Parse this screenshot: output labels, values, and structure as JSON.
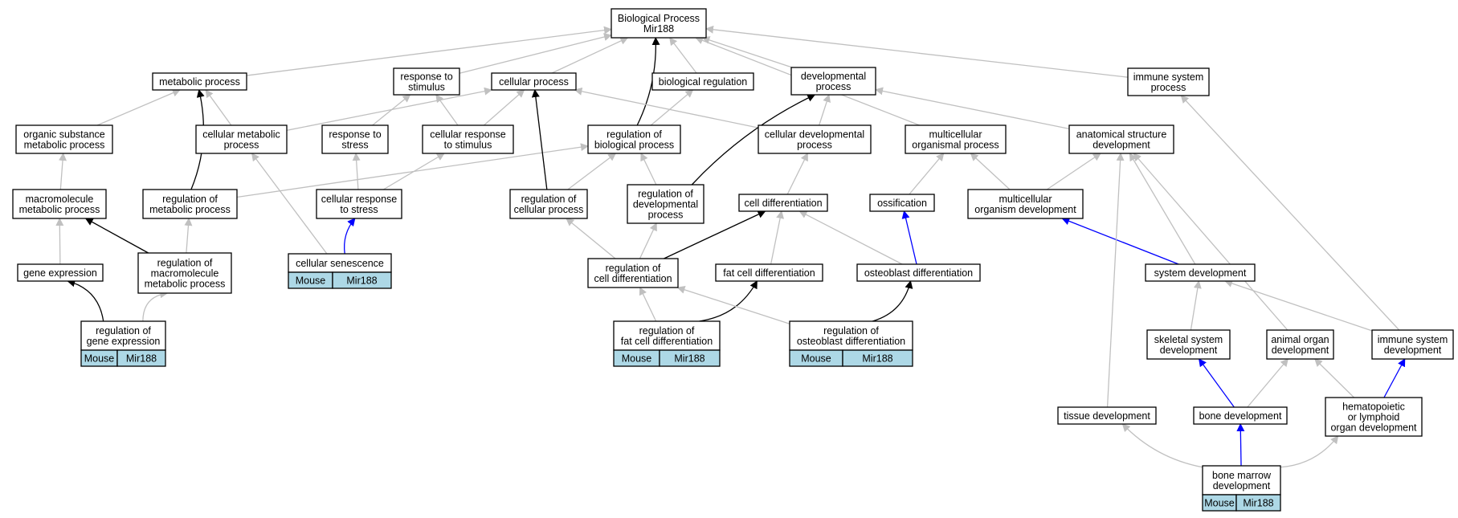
{
  "colors": {
    "edge_is_a": "#c0c0c0",
    "edge_regulates": "#000000",
    "edge_annotated": "#0000ff",
    "annotation_fill": "#add8e6"
  },
  "nodes": [
    {
      "id": "bp",
      "lines": [
        "Biological Process",
        "Mir188"
      ]
    },
    {
      "id": "metabolic",
      "lines": [
        "metabolic process"
      ]
    },
    {
      "id": "resp_stim",
      "lines": [
        "response to",
        "stimulus"
      ]
    },
    {
      "id": "cellular_proc",
      "lines": [
        "cellular process"
      ]
    },
    {
      "id": "bio_reg",
      "lines": [
        "biological regulation"
      ]
    },
    {
      "id": "dev_proc",
      "lines": [
        "developmental",
        "process"
      ]
    },
    {
      "id": "immune_proc",
      "lines": [
        "immune system",
        "process"
      ]
    },
    {
      "id": "org_sub",
      "lines": [
        "organic substance",
        "metabolic process"
      ]
    },
    {
      "id": "cell_met",
      "lines": [
        "cellular metabolic",
        "process"
      ]
    },
    {
      "id": "resp_stress",
      "lines": [
        "response to",
        "stress"
      ]
    },
    {
      "id": "cell_resp_stim",
      "lines": [
        "cellular response",
        "to stimulus"
      ]
    },
    {
      "id": "reg_bio",
      "lines": [
        "regulation of",
        "biological process"
      ]
    },
    {
      "id": "cell_dev",
      "lines": [
        "cellular developmental",
        "process"
      ]
    },
    {
      "id": "multi_org",
      "lines": [
        "multicellular",
        "organismal process"
      ]
    },
    {
      "id": "anat_dev",
      "lines": [
        "anatomical structure",
        "development"
      ]
    },
    {
      "id": "macro_met",
      "lines": [
        "macromolecule",
        "metabolic process"
      ]
    },
    {
      "id": "reg_met",
      "lines": [
        "regulation of",
        "metabolic process"
      ]
    },
    {
      "id": "cell_resp_stress",
      "lines": [
        "cellular response",
        "to stress"
      ]
    },
    {
      "id": "reg_cell_proc",
      "lines": [
        "regulation of",
        "cellular process"
      ]
    },
    {
      "id": "reg_dev",
      "lines": [
        "regulation of",
        "developmental",
        "process"
      ]
    },
    {
      "id": "cell_diff",
      "lines": [
        "cell differentiation"
      ]
    },
    {
      "id": "ossif",
      "lines": [
        "ossification"
      ]
    },
    {
      "id": "multi_dev",
      "lines": [
        "multicellular",
        "organism development"
      ]
    },
    {
      "id": "gene_expr",
      "lines": [
        "gene expression"
      ]
    },
    {
      "id": "reg_macro",
      "lines": [
        "regulation of",
        "macromolecule",
        "metabolic process"
      ]
    },
    {
      "id": "cell_sen",
      "lines": [
        "cellular senescence"
      ],
      "annotation": [
        "Mouse",
        "Mir188"
      ]
    },
    {
      "id": "reg_cell_diff",
      "lines": [
        "regulation of",
        "cell differentiation"
      ]
    },
    {
      "id": "fat_diff",
      "lines": [
        "fat cell differentiation"
      ]
    },
    {
      "id": "osteo_diff",
      "lines": [
        "osteoblast differentiation"
      ]
    },
    {
      "id": "sys_dev",
      "lines": [
        "system development"
      ]
    },
    {
      "id": "reg_gene",
      "lines": [
        "regulation of",
        "gene expression"
      ],
      "annotation": [
        "Mouse",
        "Mir188"
      ]
    },
    {
      "id": "reg_fat",
      "lines": [
        "regulation of",
        "fat cell differentiation"
      ],
      "annotation": [
        "Mouse",
        "Mir188"
      ]
    },
    {
      "id": "reg_osteo",
      "lines": [
        "regulation of",
        "osteoblast differentiation"
      ],
      "annotation": [
        "Mouse",
        "Mir188"
      ]
    },
    {
      "id": "skel_dev",
      "lines": [
        "skeletal system",
        "development"
      ]
    },
    {
      "id": "animal_organ",
      "lines": [
        "animal organ",
        "development"
      ]
    },
    {
      "id": "immune_dev",
      "lines": [
        "immune system",
        "development"
      ]
    },
    {
      "id": "tissue_dev",
      "lines": [
        "tissue development"
      ]
    },
    {
      "id": "bone_dev",
      "lines": [
        "bone development"
      ]
    },
    {
      "id": "hema",
      "lines": [
        "hematopoietic",
        "or lymphoid",
        "organ development"
      ]
    },
    {
      "id": "bone_marrow",
      "lines": [
        "bone marrow",
        "development"
      ],
      "annotation": [
        "Mouse",
        "Mir188"
      ]
    }
  ],
  "edges": [
    {
      "from": "metabolic",
      "to": "bp",
      "type": "is_a"
    },
    {
      "from": "resp_stim",
      "to": "bp",
      "type": "is_a"
    },
    {
      "from": "cellular_proc",
      "to": "bp",
      "type": "is_a"
    },
    {
      "from": "bio_reg",
      "to": "bp",
      "type": "is_a"
    },
    {
      "from": "dev_proc",
      "to": "bp",
      "type": "is_a"
    },
    {
      "from": "immune_proc",
      "to": "bp",
      "type": "is_a"
    },
    {
      "from": "multi_org",
      "to": "bp",
      "type": "is_a"
    },
    {
      "from": "reg_bio",
      "to": "bp",
      "type": "regulates"
    },
    {
      "from": "org_sub",
      "to": "metabolic",
      "type": "is_a"
    },
    {
      "from": "cell_met",
      "to": "metabolic",
      "type": "is_a"
    },
    {
      "from": "cell_met",
      "to": "cellular_proc",
      "type": "is_a"
    },
    {
      "from": "resp_stress",
      "to": "resp_stim",
      "type": "is_a"
    },
    {
      "from": "cell_resp_stim",
      "to": "resp_stim",
      "type": "is_a"
    },
    {
      "from": "cell_resp_stim",
      "to": "cellular_proc",
      "type": "is_a"
    },
    {
      "from": "reg_bio",
      "to": "bio_reg",
      "type": "is_a"
    },
    {
      "from": "cell_dev",
      "to": "cellular_proc",
      "type": "is_a"
    },
    {
      "from": "cell_dev",
      "to": "dev_proc",
      "type": "is_a"
    },
    {
      "from": "anat_dev",
      "to": "dev_proc",
      "type": "is_a"
    },
    {
      "from": "macro_met",
      "to": "org_sub",
      "type": "is_a"
    },
    {
      "from": "reg_met",
      "to": "metabolic",
      "type": "regulates"
    },
    {
      "from": "reg_met",
      "to": "reg_bio",
      "type": "is_a"
    },
    {
      "from": "cell_resp_stress",
      "to": "resp_stress",
      "type": "is_a"
    },
    {
      "from": "cell_resp_stress",
      "to": "cell_resp_stim",
      "type": "is_a"
    },
    {
      "from": "reg_cell_proc",
      "to": "cellular_proc",
      "type": "regulates"
    },
    {
      "from": "reg_cell_proc",
      "to": "reg_bio",
      "type": "is_a"
    },
    {
      "from": "reg_dev",
      "to": "reg_bio",
      "type": "is_a"
    },
    {
      "from": "reg_dev",
      "to": "dev_proc",
      "type": "regulates"
    },
    {
      "from": "cell_diff",
      "to": "cell_dev",
      "type": "is_a"
    },
    {
      "from": "ossif",
      "to": "multi_org",
      "type": "is_a"
    },
    {
      "from": "multi_dev",
      "to": "multi_org",
      "type": "is_a"
    },
    {
      "from": "multi_dev",
      "to": "anat_dev",
      "type": "is_a"
    },
    {
      "from": "gene_expr",
      "to": "macro_met",
      "type": "is_a"
    },
    {
      "from": "reg_macro",
      "to": "macro_met",
      "type": "regulates"
    },
    {
      "from": "reg_macro",
      "to": "reg_met",
      "type": "is_a"
    },
    {
      "from": "cell_sen",
      "to": "cell_met",
      "type": "is_a"
    },
    {
      "from": "cell_sen",
      "to": "cell_resp_stress",
      "type": "annotated"
    },
    {
      "from": "reg_cell_diff",
      "to": "reg_cell_proc",
      "type": "is_a"
    },
    {
      "from": "reg_cell_diff",
      "to": "reg_dev",
      "type": "is_a"
    },
    {
      "from": "reg_cell_diff",
      "to": "cell_diff",
      "type": "regulates"
    },
    {
      "from": "fat_diff",
      "to": "cell_diff",
      "type": "is_a"
    },
    {
      "from": "osteo_diff",
      "to": "cell_diff",
      "type": "is_a"
    },
    {
      "from": "osteo_diff",
      "to": "ossif",
      "type": "annotated"
    },
    {
      "from": "sys_dev",
      "to": "anat_dev",
      "type": "is_a"
    },
    {
      "from": "sys_dev",
      "to": "multi_dev",
      "type": "annotated"
    },
    {
      "from": "reg_gene",
      "to": "gene_expr",
      "type": "regulates"
    },
    {
      "from": "reg_gene",
      "to": "reg_macro",
      "type": "is_a"
    },
    {
      "from": "reg_fat",
      "to": "reg_cell_diff",
      "type": "is_a"
    },
    {
      "from": "reg_fat",
      "to": "fat_diff",
      "type": "regulates"
    },
    {
      "from": "reg_osteo",
      "to": "reg_cell_diff",
      "type": "is_a"
    },
    {
      "from": "reg_osteo",
      "to": "osteo_diff",
      "type": "regulates"
    },
    {
      "from": "skel_dev",
      "to": "sys_dev",
      "type": "is_a"
    },
    {
      "from": "animal_organ",
      "to": "anat_dev",
      "type": "is_a"
    },
    {
      "from": "immune_dev",
      "to": "sys_dev",
      "type": "is_a"
    },
    {
      "from": "immune_dev",
      "to": "immune_proc",
      "type": "is_a"
    },
    {
      "from": "tissue_dev",
      "to": "anat_dev",
      "type": "is_a"
    },
    {
      "from": "bone_dev",
      "to": "skel_dev",
      "type": "annotated"
    },
    {
      "from": "bone_dev",
      "to": "animal_organ",
      "type": "is_a"
    },
    {
      "from": "hema",
      "to": "animal_organ",
      "type": "is_a"
    },
    {
      "from": "hema",
      "to": "immune_dev",
      "type": "annotated"
    },
    {
      "from": "bone_marrow",
      "to": "tissue_dev",
      "type": "is_a"
    },
    {
      "from": "bone_marrow",
      "to": "bone_dev",
      "type": "annotated"
    },
    {
      "from": "bone_marrow",
      "to": "hema",
      "type": "is_a"
    }
  ]
}
